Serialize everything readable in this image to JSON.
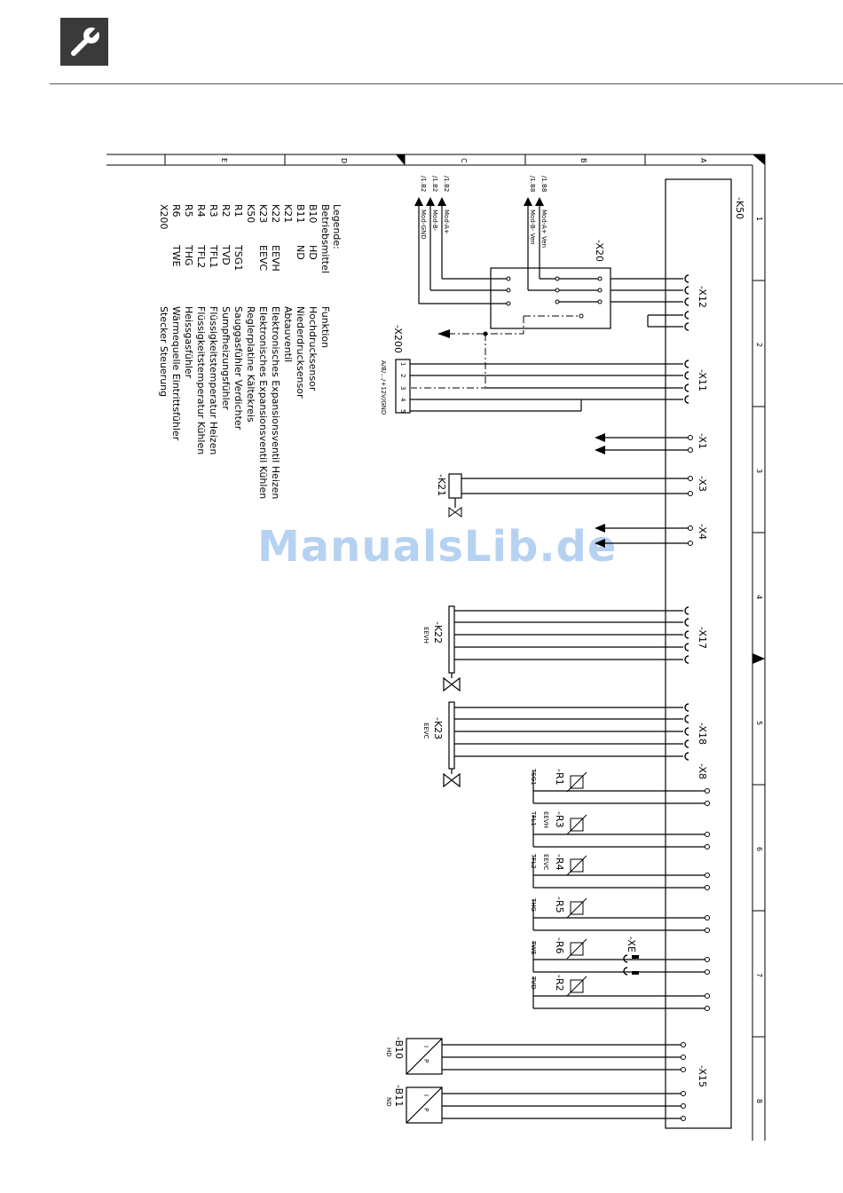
{
  "header": {
    "icon": "wrench-icon"
  },
  "watermark": "ManualsLib.de",
  "frame": {
    "rows": [
      "A",
      "B",
      "C",
      "D",
      "E"
    ],
    "cols": [
      "1",
      "2",
      "3",
      "4",
      "5",
      "6",
      "7",
      "8"
    ]
  },
  "legend": {
    "title": "Legende:",
    "col1_head": "Betriebsmittel",
    "col3_head": "Funktion",
    "items": [
      {
        "id": "B10",
        "code": "HD",
        "func": "Hochdrucksensor"
      },
      {
        "id": "B11",
        "code": "ND",
        "func": "Niederdrucksensor"
      },
      {
        "id": "K21",
        "code": "",
        "func": "Abtauventil"
      },
      {
        "id": "K22",
        "code": "EEVH",
        "func": "Elektronisches Expansionsventil Heizen"
      },
      {
        "id": "K23",
        "code": "EEVC",
        "func": "Elektronisches Expansionsventil Kühlen"
      },
      {
        "id": "K50",
        "code": "",
        "func": "Reglerplatine Kältekreis"
      },
      {
        "id": "R1",
        "code": "TSG1",
        "func": "Sauggasfühler Verdichter"
      },
      {
        "id": "R2",
        "code": "TVD",
        "func": "Sumpfheizungsfühler"
      },
      {
        "id": "R3",
        "code": "TFL1",
        "func": "Flüssigkeitstemperatur Heizen"
      },
      {
        "id": "R4",
        "code": "TFL2",
        "func": "Flüssigkeitstemperatur Kühlen"
      },
      {
        "id": "R5",
        "code": "THG",
        "func": "Heissgasfühler"
      },
      {
        "id": "R6",
        "code": "TWE",
        "func": "Wärmequelle Eintrittsfühler"
      },
      {
        "id": "X200",
        "code": "",
        "func": "Stecker Steuerung"
      }
    ]
  },
  "labels": {
    "k50": "-K50",
    "x12": "-X12",
    "x11": "-X11",
    "x1": "-X1",
    "x3": "-X3",
    "x4": "-X4",
    "x17": "-X17",
    "x18": "-X18",
    "x8": "-X8",
    "x15": "-X15",
    "xe": "-XE",
    "x20": "-X20",
    "x200": "-X200",
    "k21": "-K21",
    "k22": "-K22",
    "k23": "-K23",
    "eevh": "EEVH",
    "eevc": "EEVC",
    "r1": "-R1",
    "r3": "-R3",
    "r4": "-R4",
    "r5": "-R5",
    "r6": "-R6",
    "r2": "-R2",
    "tsg1": "TSG1",
    "tfl1": "TFL1",
    "tfl2": "TFL2",
    "thg": "THG",
    "twe": "TWE",
    "tvd": "TVD",
    "b10": "-B10",
    "b11": "-B11",
    "hd": "HD",
    "nd": "ND",
    "ip_i": "I",
    "ip_p": "P",
    "x200_pins": "A/B/.../+12V/GND",
    "modbus_a": [
      "Mod-A+ Ven",
      "Mod-B- Ven"
    ],
    "modbus_b": [
      "Mod-A+",
      "Mod-B-",
      "Mod-GND"
    ],
    "ref18": "/1.B8",
    "ref12": "/1.B2",
    "pins": [
      "1",
      "2",
      "3",
      "4",
      "5"
    ]
  }
}
